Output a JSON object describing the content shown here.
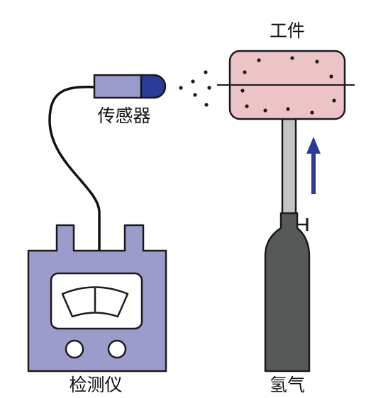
{
  "labels": {
    "workpiece": "工件",
    "sensor": "传感器",
    "detector": "检测仪",
    "hydrogen": "氢气"
  },
  "colors": {
    "detector_body": "#9c9ccc",
    "sensor_body": "#9c9ccc",
    "sensor_tip": "#2a3c96",
    "workpiece": "#ecc4c8",
    "cylinder": "#555a58",
    "pipe": "#c4c4c4",
    "arrow": "#2a3c96",
    "outline": "#1a1a1a"
  },
  "icons": {
    "detector": "gauge-meter-icon",
    "sensor": "probe-icon",
    "cylinder": "gas-cylinder-icon",
    "arrow": "arrow-up-icon"
  }
}
